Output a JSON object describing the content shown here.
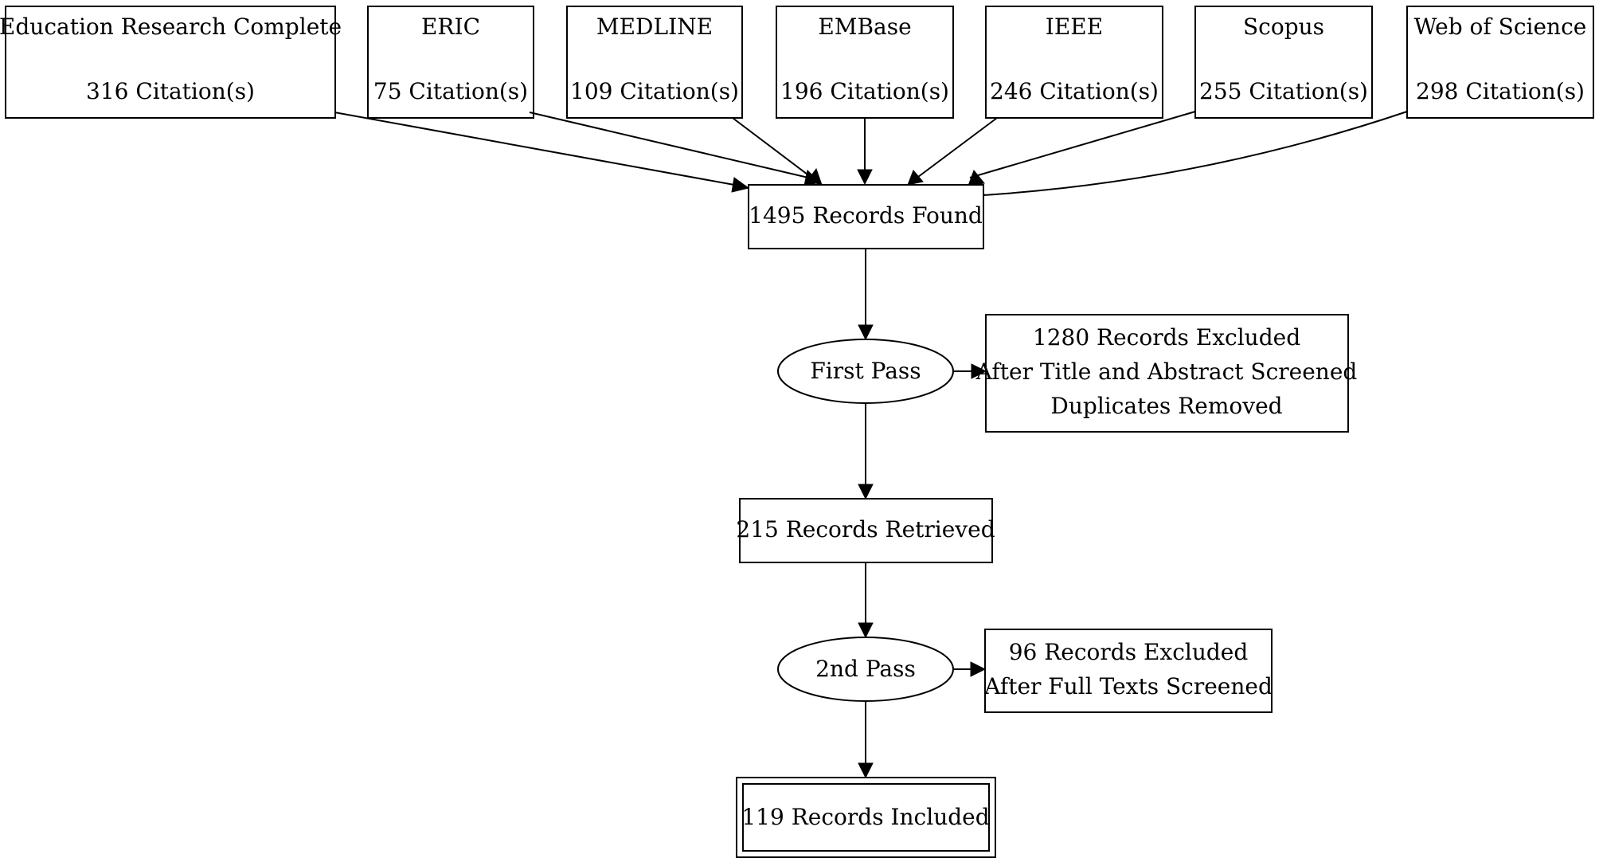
{
  "sources": [
    {
      "name": "Education Research Complete",
      "citations": "316 Citation(s)"
    },
    {
      "name": "ERIC",
      "citations": "75 Citation(s)"
    },
    {
      "name": "MEDLINE",
      "citations": "109 Citation(s)"
    },
    {
      "name": "EMBase",
      "citations": "196 Citation(s)"
    },
    {
      "name": "IEEE",
      "citations": "246 Citation(s)"
    },
    {
      "name": "Scopus",
      "citations": "255 Citation(s)"
    },
    {
      "name": "Web of Science",
      "citations": "298 Citation(s)"
    }
  ],
  "records_found": "1495 Records Found",
  "first_pass": "First Pass",
  "first_excluded": {
    "line1": "1280 Records Excluded",
    "line2": "After Title and Abstract Screened",
    "line3": "Duplicates Removed"
  },
  "records_retrieved": "215 Records Retrieved",
  "second_pass": "2nd Pass",
  "second_excluded": {
    "line1": "96 Records Excluded",
    "line2": "After Full Texts Screened"
  },
  "records_included": "119 Records Included"
}
